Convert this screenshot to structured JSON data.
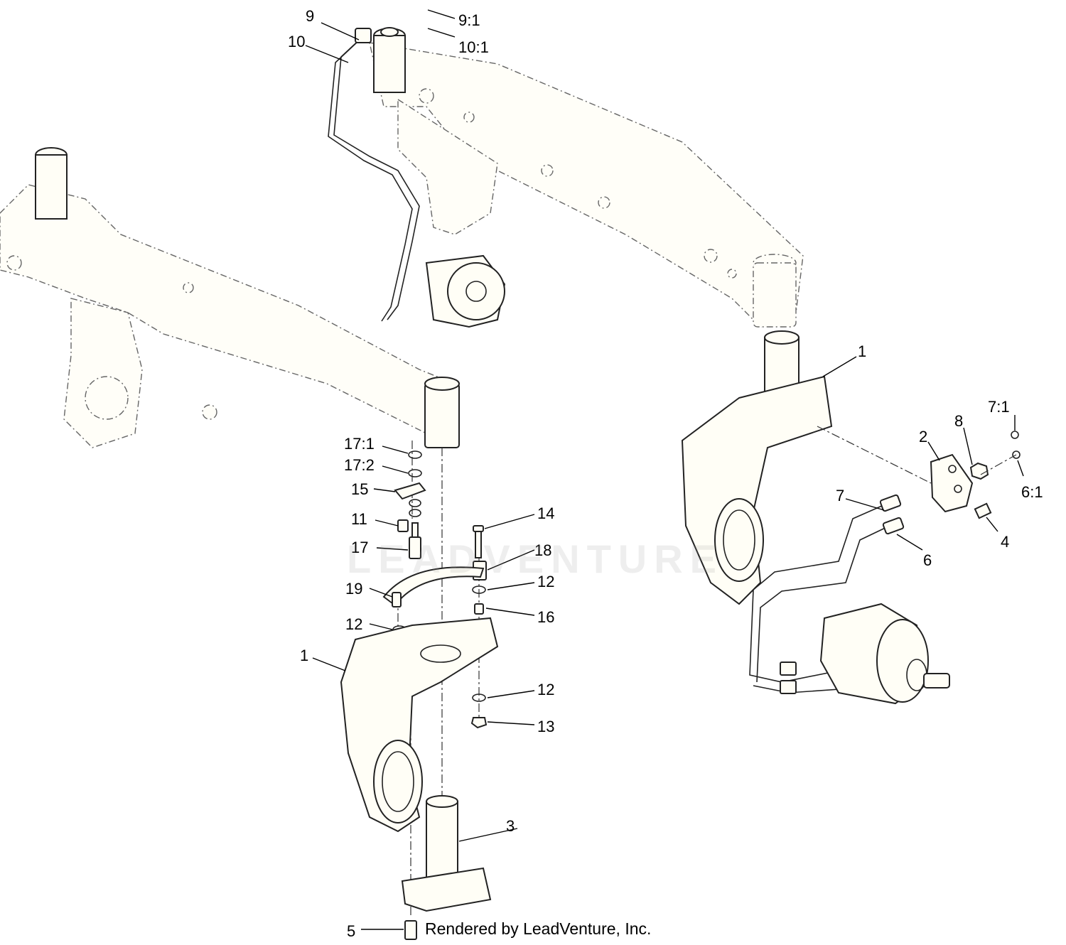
{
  "callouts": {
    "c9": "9",
    "c10": "10",
    "c9_1": "9:1",
    "c10_1": "10:1",
    "c1_right": "1",
    "c2": "2",
    "c8": "8",
    "c7_1": "7:1",
    "c6_1": "6:1",
    "c7": "7",
    "c4": "4",
    "c6": "6",
    "c17_1": "17:1",
    "c17_2": "17:2",
    "c15": "15",
    "c11": "11",
    "c17": "17",
    "c14": "14",
    "c18": "18",
    "c12_a": "12",
    "c19": "19",
    "c16": "16",
    "c12_b": "12",
    "c1_left": "1",
    "c12_c": "12",
    "c13": "13",
    "c3": "3",
    "c5": "5"
  },
  "footer_text": "Rendered by LeadVenture, Inc.",
  "watermark_text": "LEADVENTURE",
  "colors": {
    "part_fill": "#fffef6",
    "line": "#222222",
    "watermark": "#969696"
  }
}
